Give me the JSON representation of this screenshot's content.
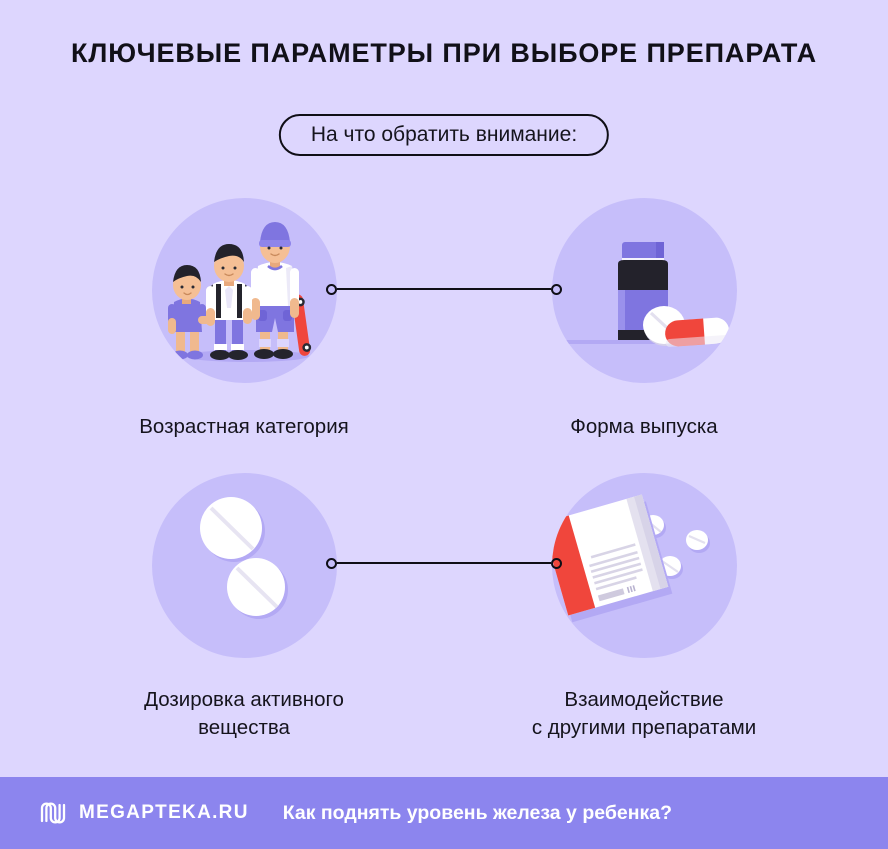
{
  "page": {
    "title": "КЛЮЧЕВЫЕ ПАРАМЕТРЫ ПРИ ВЫБОРЕ ПРЕПАРАТА",
    "subtitle_chip": "На что обратить внимание:",
    "background_color": "#ddd6fe",
    "circle_color": "#c6befa",
    "ink_color": "#0f0e16"
  },
  "items": [
    {
      "id": "age-category",
      "label": "Возрастная категория",
      "icon": "three-children-icon"
    },
    {
      "id": "dosage-form",
      "label": "Форма выпуска",
      "icon": "medicine-bottle-pills-icon"
    },
    {
      "id": "active-substance-dosage",
      "label_line1": "Дозировка активного",
      "label_line2": "вещества",
      "icon": "two-tablets-icon"
    },
    {
      "id": "drug-interaction",
      "label_line1": "Взаимодействие",
      "label_line2": "с другими препаратами",
      "icon": "medicine-box-pills-icon"
    }
  ],
  "footer": {
    "logo_icon": "megapteka-m-logo",
    "brand": "MEGAPTEKA.RU",
    "link_text": "Как поднять уровень железа у ребенка?",
    "background_color": "#8c85ee"
  }
}
